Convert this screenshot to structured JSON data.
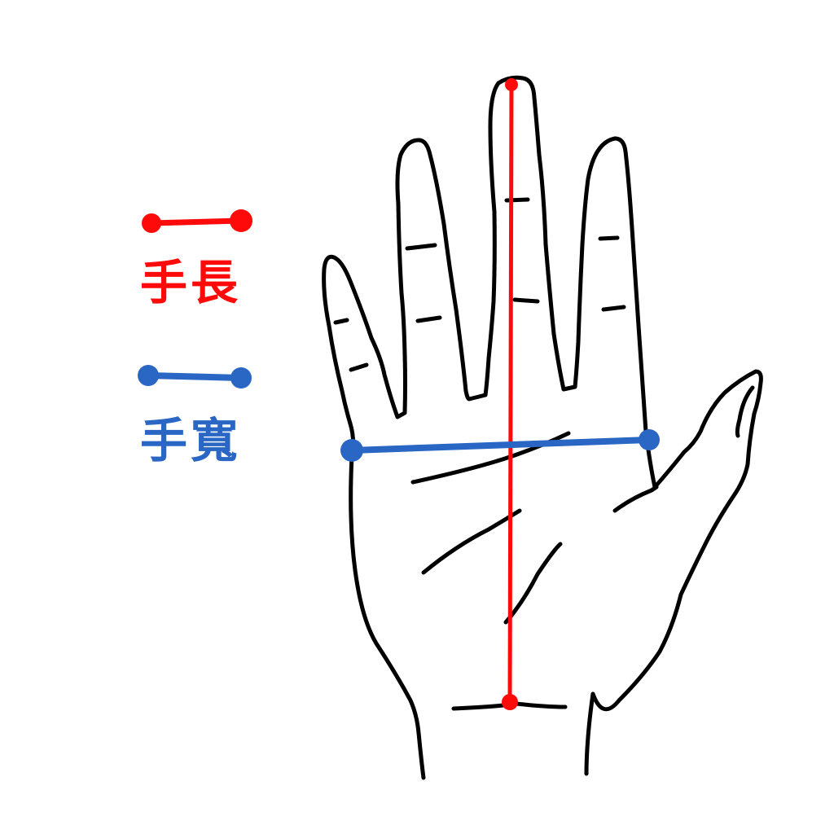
{
  "diagram": {
    "type": "hand-measurement-illustration",
    "colors": {
      "background": "#ffffff",
      "outline": "#000000",
      "length": "#ff0a0a",
      "width": "#2a67c4"
    },
    "legend": [
      {
        "id": "length",
        "label": "手長",
        "color": "#ff0a0a",
        "marker": "line-with-dot-endpoints"
      },
      {
        "id": "width",
        "label": "手寬",
        "color": "#2a67c4",
        "marker": "line-with-dot-endpoints"
      }
    ],
    "measurements": {
      "hand_length": {
        "label": "手長",
        "orientation": "vertical",
        "from": "middle fingertip",
        "to": "wrist crease",
        "start": [
          628,
          104
        ],
        "end": [
          626,
          862
        ]
      },
      "hand_width": {
        "label": "手寬",
        "orientation": "horizontal",
        "from": "palm edge (little finger side)",
        "to": "palm edge (index finger side)",
        "start": [
          432,
          553
        ],
        "end": [
          797,
          540
        ]
      }
    }
  }
}
